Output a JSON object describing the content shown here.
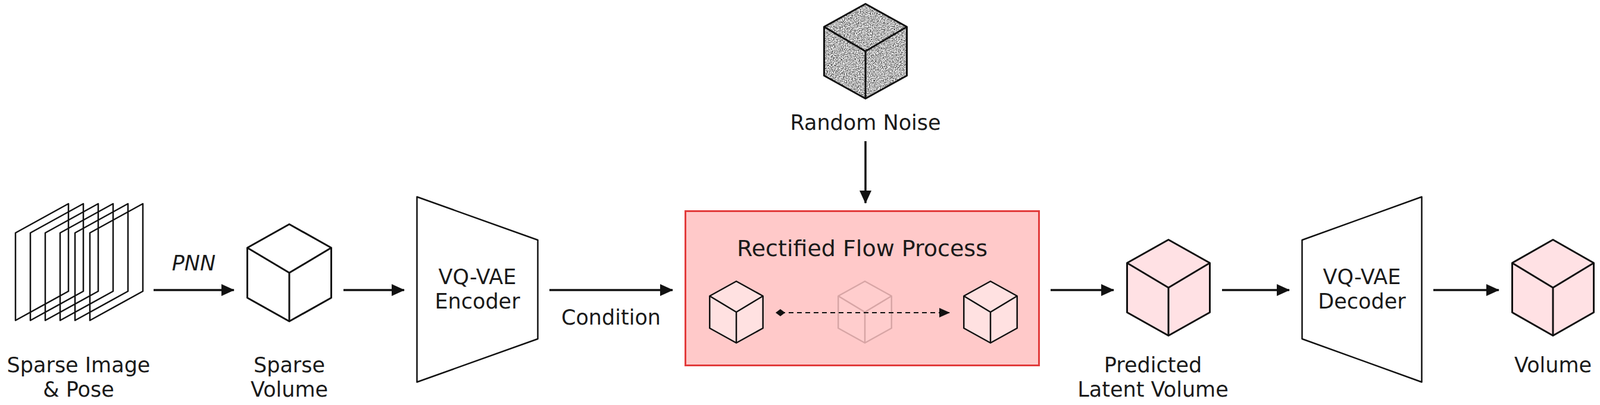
{
  "diagram": {
    "nodes": [
      {
        "text": [
          "Sparse Image & Pose"
        ]
      },
      {
        "text": [
          "Sparse Volume"
        ]
      },
      {
        "text": [
          "VQ-VAE Encoder"
        ]
      },
      {
        "text": [
          "Random Noise"
        ]
      },
      {
        "text": [
          "Rectified Flow Process"
        ]
      },
      {
        "text": [
          "Predicted Latent Volume"
        ]
      },
      {
        "text": [
          "VQ-VAE Decoder"
        ]
      },
      {
        "text": [
          "Volume"
        ]
      }
    ],
    "edges": [
      {
        "from": 0,
        "to": 1,
        "arrow": "to",
        "label": "PNN"
      },
      {
        "from": 1,
        "to": 2,
        "arrow": "to"
      },
      {
        "from": 2,
        "to": 4,
        "arrow": "to",
        "label": "Condition"
      },
      {
        "from": 3,
        "to": 4,
        "arrow": "to"
      },
      {
        "from": 4,
        "to": 5,
        "arrow": "to"
      },
      {
        "from": 5,
        "to": 6,
        "arrow": "to"
      },
      {
        "from": 6,
        "to": 7,
        "arrow": "to"
      }
    ]
  }
}
